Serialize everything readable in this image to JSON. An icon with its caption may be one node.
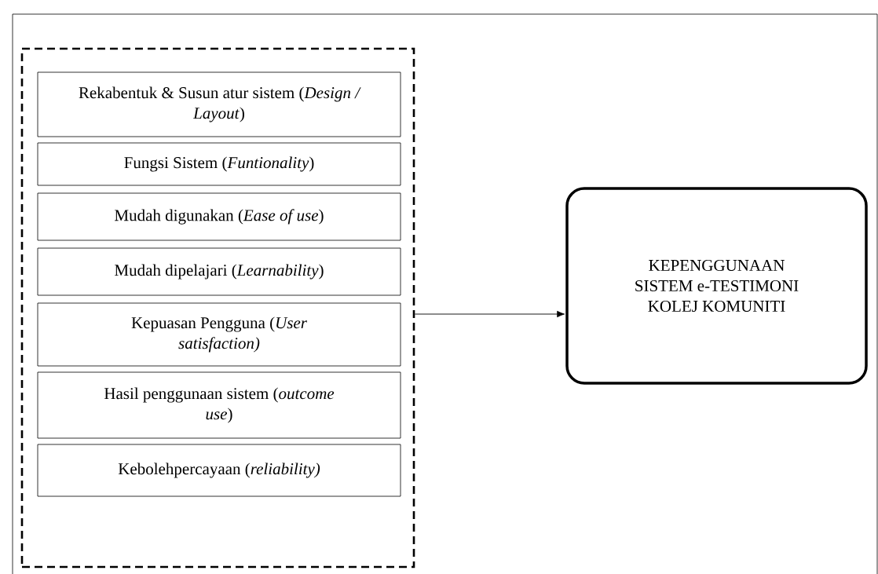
{
  "diagram": {
    "nodes": [
      {
        "text": [],
        "shape": "box"
      },
      {
        "text": [
          "Rekabentuk & Susun atur sistem (*Design / Layout*)"
        ],
        "in": 0
      },
      {
        "text": [
          "Fungsi Sistem (*Funtionality*)"
        ],
        "in": 0
      },
      {
        "text": [
          "Mudah digunakan (*Ease of use*)"
        ],
        "in": 0
      },
      {
        "text": [
          "Mudah dipelajari (*Learnability*)"
        ],
        "in": 0
      },
      {
        "text": [
          "Kepuasan Pengguna (*User satisfaction)*"
        ],
        "in": 0
      },
      {
        "text": [
          "Hasil penggunaan sistem (*outcome use*)"
        ],
        "in": 0
      },
      {
        "text": [
          "Kebolehpercayaan (*reliability)*"
        ],
        "in": 0
      },
      {
        "text": [
          "KEPENGGUNAAN SISTEM e-TESTIMONI KOLEJ KOMUNITI"
        ]
      }
    ],
    "edges": [
      {
        "from": 0,
        "to": 8,
        "arrow": "to"
      }
    ]
  }
}
